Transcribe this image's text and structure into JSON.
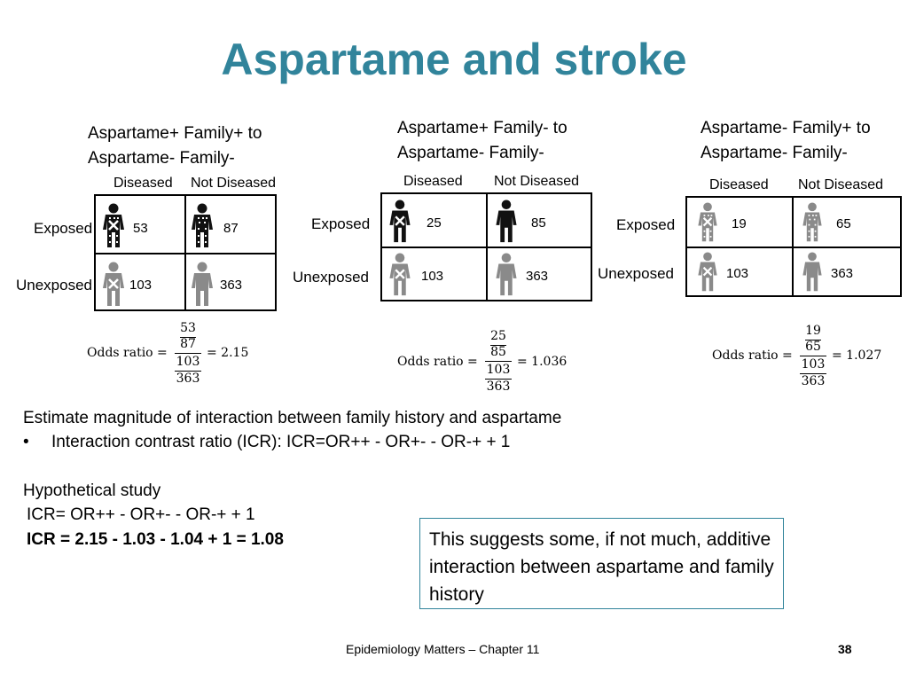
{
  "title": "Aspartame and stroke",
  "panels": [
    {
      "title_line1": "Aspartame+ Family+ to",
      "title_line2": "Aspartame- Family-",
      "col_headers": [
        "Diseased",
        "Not Diseased"
      ],
      "row_headers": [
        "Exposed",
        "Unexposed"
      ],
      "cells": [
        "53",
        "87",
        "103",
        "363"
      ],
      "formula": {
        "label": "Odds ratio =",
        "a": "53",
        "b": "87",
        "c": "103",
        "d": "363",
        "result": "= 2.15"
      }
    },
    {
      "title_line1": "Aspartame+ Family- to",
      "title_line2": "Aspartame- Family-",
      "col_headers": [
        "Diseased",
        "Not Diseased"
      ],
      "row_headers": [
        "Exposed",
        "Unexposed"
      ],
      "cells": [
        "25",
        "85",
        "103",
        "363"
      ],
      "formula": {
        "label": "Odds ratio =",
        "a": "25",
        "b": "85",
        "c": "103",
        "d": "363",
        "result": "= 1.036"
      }
    },
    {
      "title_line1": "Aspartame- Family+ to",
      "title_line2": "Aspartame- Family-",
      "col_headers": [
        "Diseased",
        "Not Diseased"
      ],
      "row_headers": [
        "Exposed",
        "Unexposed"
      ],
      "cells": [
        "19",
        "65",
        "103",
        "363"
      ],
      "formula": {
        "label": "Odds ratio =",
        "a": "19",
        "b": "65",
        "c": "103",
        "d": "363",
        "result": "= 1.027"
      }
    }
  ],
  "body": {
    "line1": "Estimate magnitude of interaction between family history and aspartame",
    "bullet_symbol": "•",
    "bullet": "Interaction contrast ratio (ICR): ICR=OR++ - OR+- - OR-+ + 1",
    "hyp_heading": "Hypothetical study",
    "hyp_line1": "ICR= OR++ - OR+- - OR-+ + 1",
    "hyp_line2": "ICR = 2.15 - 1.03 - 1.04 + 1 = 1.08"
  },
  "note": "This suggests some, if not much, additive interaction between aspartame and family history",
  "footer": {
    "text": "Epidemiology Matters – Chapter 11",
    "page": "38"
  },
  "colors": {
    "title": "#31849b",
    "note_border": "#31849b",
    "figure_dark": "#111111",
    "figure_gray": "#8a8a8a"
  },
  "icons": {
    "diseased": "person-with-x-icon",
    "healthy": "person-icon"
  }
}
